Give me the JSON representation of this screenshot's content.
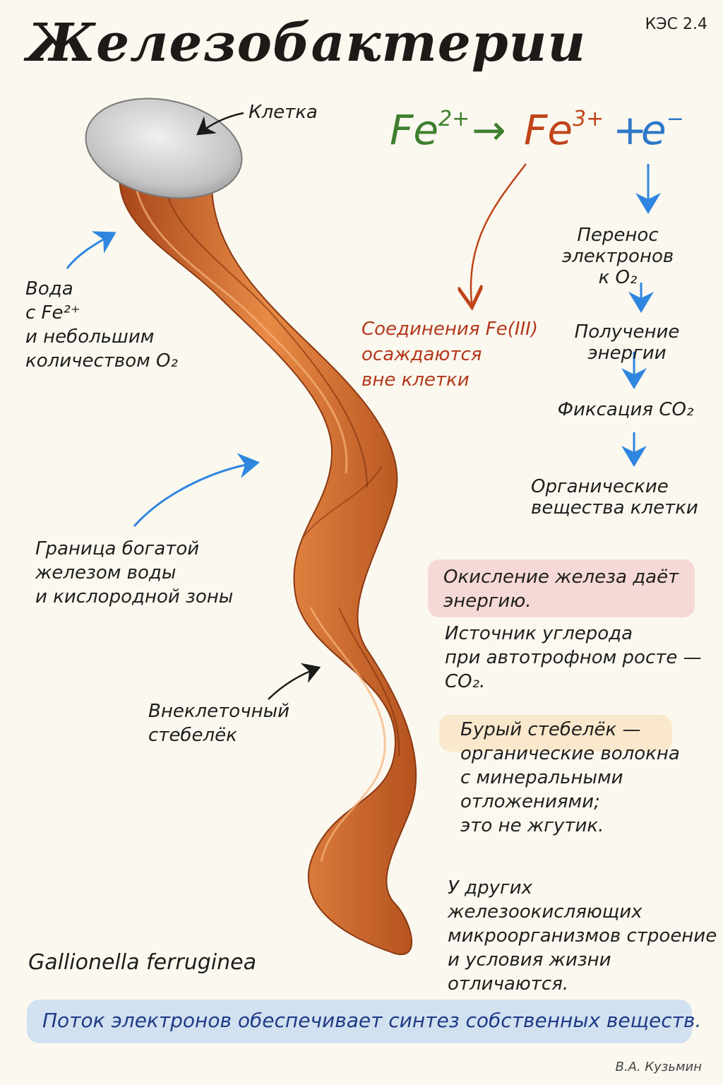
{
  "title": "Железобактерии",
  "code": "КЭС 2.4",
  "labels": {
    "cell": "Клетка",
    "water_line1": "Вода",
    "water_line2": "с Fe²⁺",
    "water_line3": "и небольшим",
    "water_line4": "количеством O₂",
    "boundary_line1": "Граница богатой",
    "boundary_line2": "железом воды",
    "boundary_line3": "и кислородной зоны",
    "stalk_line1": "Внеклеточный",
    "stalk_line2": "стебелёк",
    "species": "Gallionella ferruginea"
  },
  "equation": {
    "fe2_base": "Fe",
    "fe2_sup": "2+",
    "arrow": "→",
    "fe3_base": "Fe",
    "fe3_sup": "3+",
    "plus": "+",
    "electron": "e",
    "electron_sup": "−"
  },
  "precipitate": {
    "line1": "Соединения Fe(III)",
    "line2": "осаждаются",
    "line3": "вне клетки"
  },
  "flow": {
    "step1_line1": "Перенос электронов",
    "step1_line2": "к O₂",
    "step2": "Получение энергии",
    "step3": "Фиксация CO₂",
    "step4_line1": "Органические",
    "step4_line2": "вещества клетки"
  },
  "notes": {
    "oxidation_line1": "Окисление железа даёт",
    "oxidation_line2": "энергию.",
    "carbon_line1": "Источник углерода",
    "carbon_line2": "при автотрофном росте —",
    "carbon_line3": "CO₂.",
    "stalk_line1": "Бурый стебелёк —",
    "stalk_line2": "органические волокна",
    "stalk_line3": "с минеральными",
    "stalk_line4": "отложениями;",
    "stalk_line5": "это не жгутик.",
    "other_line1": "У других железоокисляющих",
    "other_line2": "микроорганизмов строение",
    "other_line3": "и условия жизни",
    "other_line4": "отличаются."
  },
  "bottom_banner": "Поток электронов обеспечивает синтез собственных веществ.",
  "author": "В.А. Кузьмин",
  "colors": {
    "fe2": "#3f7f2f",
    "fe3": "#c0441a",
    "electron": "#2c78c9",
    "stalk": "#c8622a",
    "cell": "#bdbdbd"
  }
}
